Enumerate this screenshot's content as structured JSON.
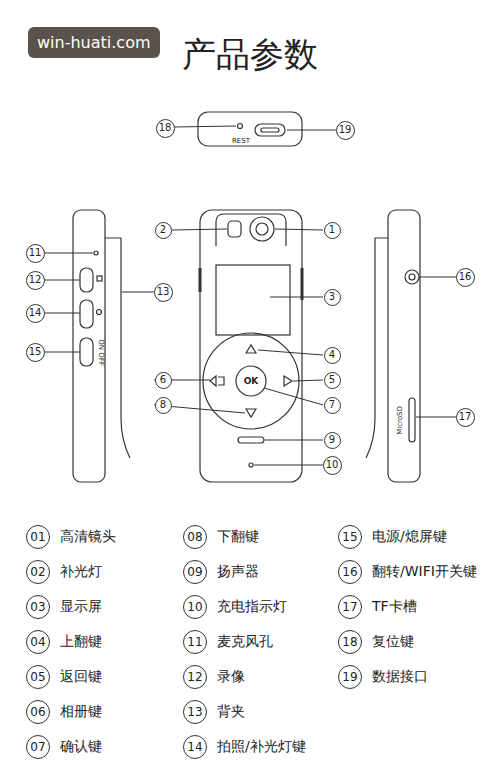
{
  "diagram": {
    "title": "产品参数",
    "nodes": [
      {
        "text": [
          "win-huati.com"
        ]
      },
      {
        "text": [
          "18"
        ]
      },
      {
        "text": [
          "19"
        ]
      },
      {
        "text": [
          "2"
        ]
      },
      {
        "text": [
          "1"
        ]
      },
      {
        "text": [
          "11"
        ]
      },
      {
        "text": [
          "16"
        ]
      },
      {
        "text": [
          "12"
        ]
      },
      {
        "text": [
          "13"
        ]
      },
      {
        "text": [
          "3"
        ]
      },
      {
        "text": [
          "14"
        ]
      },
      {
        "text": [
          "15"
        ]
      },
      {
        "text": [
          "4"
        ]
      },
      {
        "text": [
          "6"
        ]
      },
      {
        "text": [
          "5"
        ]
      },
      {
        "text": [
          "8"
        ]
      },
      {
        "text": [
          "7"
        ]
      },
      {
        "text": [
          "17"
        ]
      },
      {
        "text": [
          "9"
        ]
      },
      {
        "text": [
          "10"
        ]
      },
      {
        "text": [
          "01",
          "高清镜头"
        ]
      },
      {
        "text": [
          "02",
          "补光灯"
        ]
      },
      {
        "text": [
          "03",
          "显示屏"
        ]
      },
      {
        "text": [
          "04",
          "上翻键"
        ]
      },
      {
        "text": [
          "05",
          "返回键"
        ]
      },
      {
        "text": [
          "06",
          "相册键"
        ]
      },
      {
        "text": [
          "07",
          "确认键"
        ]
      },
      {
        "text": [
          "08",
          "下翻键"
        ]
      },
      {
        "text": [
          "09",
          "扬声器"
        ]
      },
      {
        "text": [
          "10",
          "充电指示灯"
        ]
      },
      {
        "text": [
          "11",
          "麦克风孔"
        ]
      },
      {
        "text": [
          "12",
          "录像"
        ]
      },
      {
        "text": [
          "13",
          "背夹"
        ]
      },
      {
        "text": [
          "14",
          "拍照/补光灯键"
        ]
      },
      {
        "text": [
          "15",
          "电源/熄屏键"
        ]
      },
      {
        "text": [
          "16",
          "翻转/WIFI开关键"
        ]
      },
      {
        "text": [
          "17",
          "TF卡槽"
        ]
      },
      {
        "text": [
          "18",
          "复位键"
        ]
      },
      {
        "text": [
          "19",
          "数据接口"
        ]
      }
    ],
    "labels": [
      "REST",
      "OK",
      "ON OFF",
      "MicroSD"
    ]
  }
}
